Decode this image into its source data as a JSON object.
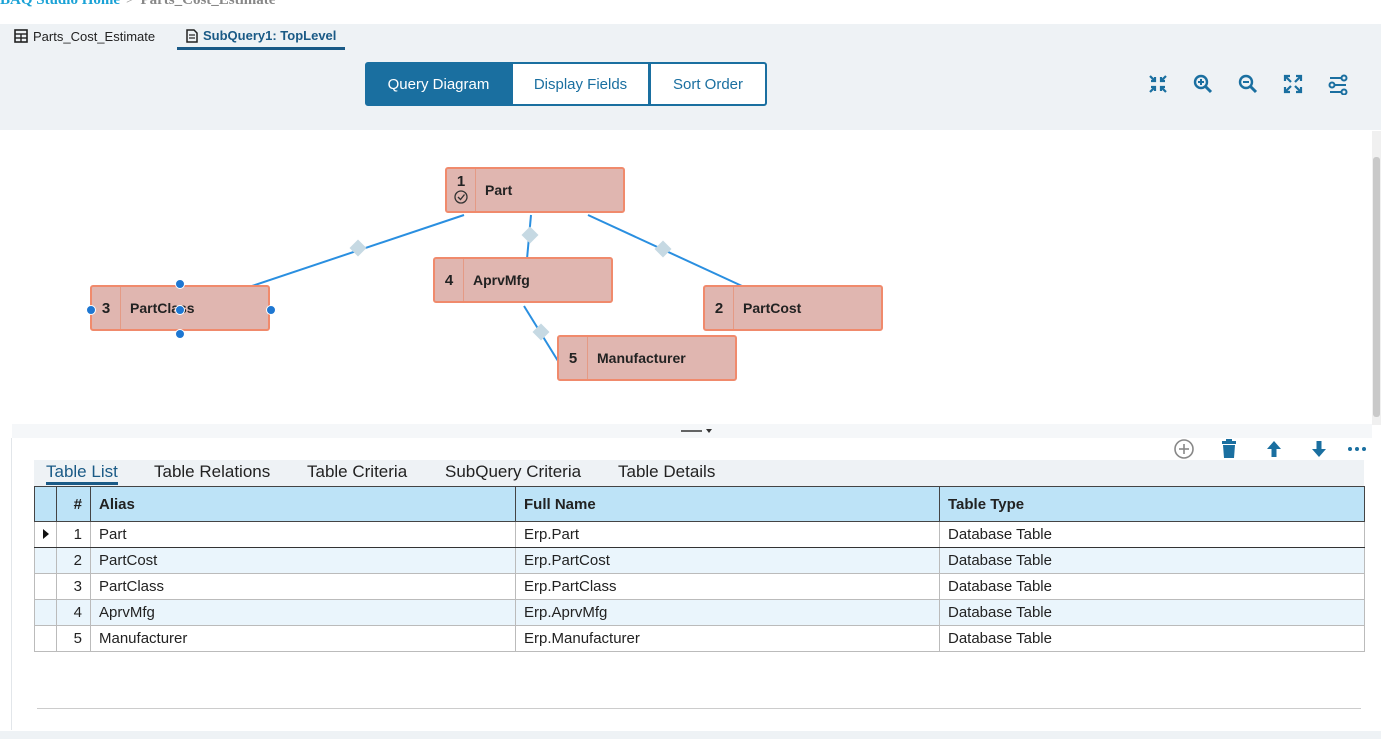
{
  "breadcrumb": {
    "home": "BAQ Studio Home",
    "separator": ">",
    "current": "Parts_Cost_Estimate"
  },
  "doc_tabs": [
    {
      "label": "Parts_Cost_Estimate",
      "icon": "table-icon"
    },
    {
      "label": "SubQuery1: TopLevel",
      "icon": "document-icon"
    }
  ],
  "view_tabs": {
    "diagram": "Query Diagram",
    "fields": "Display Fields",
    "sort": "Sort Order",
    "active": "Query Diagram"
  },
  "diagram_tools": [
    "collapse-icon",
    "zoom-in-icon",
    "zoom-out-icon",
    "fit-screen-icon",
    "settings-route-icon"
  ],
  "diagram": {
    "nodes": [
      {
        "num": "1",
        "name": "Part",
        "badge": "check-circle-icon"
      },
      {
        "num": "4",
        "name": "AprvMfg"
      },
      {
        "num": "3",
        "name": "PartClass",
        "selected": true
      },
      {
        "num": "2",
        "name": "PartCost"
      },
      {
        "num": "5",
        "name": "Manufacturer"
      }
    ]
  },
  "grid_tools": [
    "add-circle-icon",
    "delete-icon",
    "move-up-icon",
    "move-down-icon",
    "more-icon"
  ],
  "subtabs": [
    "Table List",
    "Table Relations",
    "Table Criteria",
    "SubQuery Criteria",
    "Table Details"
  ],
  "active_subtab": "Table List",
  "table": {
    "columns": [
      "#",
      "Alias",
      "Full Name",
      "Table Type"
    ],
    "rows": [
      {
        "num": "1",
        "alias": "Part",
        "full_name": "Erp.Part",
        "type": "Database Table"
      },
      {
        "num": "2",
        "alias": "PartCost",
        "full_name": "Erp.PartCost",
        "type": "Database Table"
      },
      {
        "num": "3",
        "alias": "PartClass",
        "full_name": "Erp.PartClass",
        "type": "Database Table"
      },
      {
        "num": "4",
        "alias": "AprvMfg",
        "full_name": "Erp.AprvMfg",
        "type": "Database Table"
      },
      {
        "num": "5",
        "alias": "Manufacturer",
        "full_name": "Erp.Manufacturer",
        "type": "Database Table"
      }
    ]
  },
  "colors": {
    "accent": "#1a6fa0",
    "node_fill": "#e0b6b0",
    "node_border": "#f08a6c",
    "link": "#2a8fe0",
    "header": "#bde3f7"
  }
}
